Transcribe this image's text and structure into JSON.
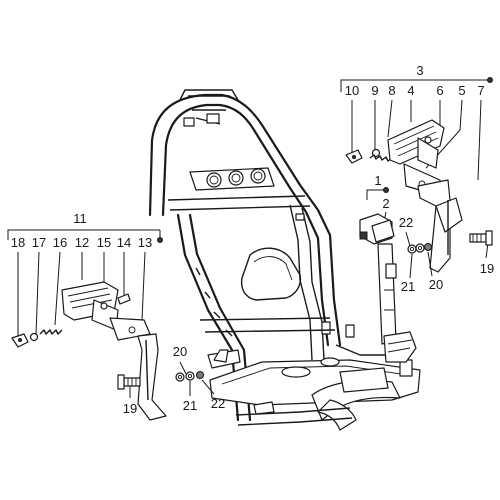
{
  "diagram": {
    "groups": [
      {
        "id": "group-3",
        "label": "3",
        "items": [
          "10",
          "9",
          "8",
          "4",
          "6",
          "5",
          "7"
        ]
      },
      {
        "id": "group-1",
        "label": "1",
        "items": [
          "2"
        ]
      },
      {
        "id": "group-11",
        "label": "11",
        "items": [
          "18",
          "17",
          "16",
          "12",
          "15",
          "14",
          "13"
        ]
      }
    ],
    "callouts": [
      "22",
      "21",
      "20",
      "19",
      "20",
      "21",
      "22",
      "19"
    ],
    "colors": {
      "line": "#1a1a1a",
      "fill": "#ffffff",
      "shade": "#7a7a7a"
    }
  }
}
